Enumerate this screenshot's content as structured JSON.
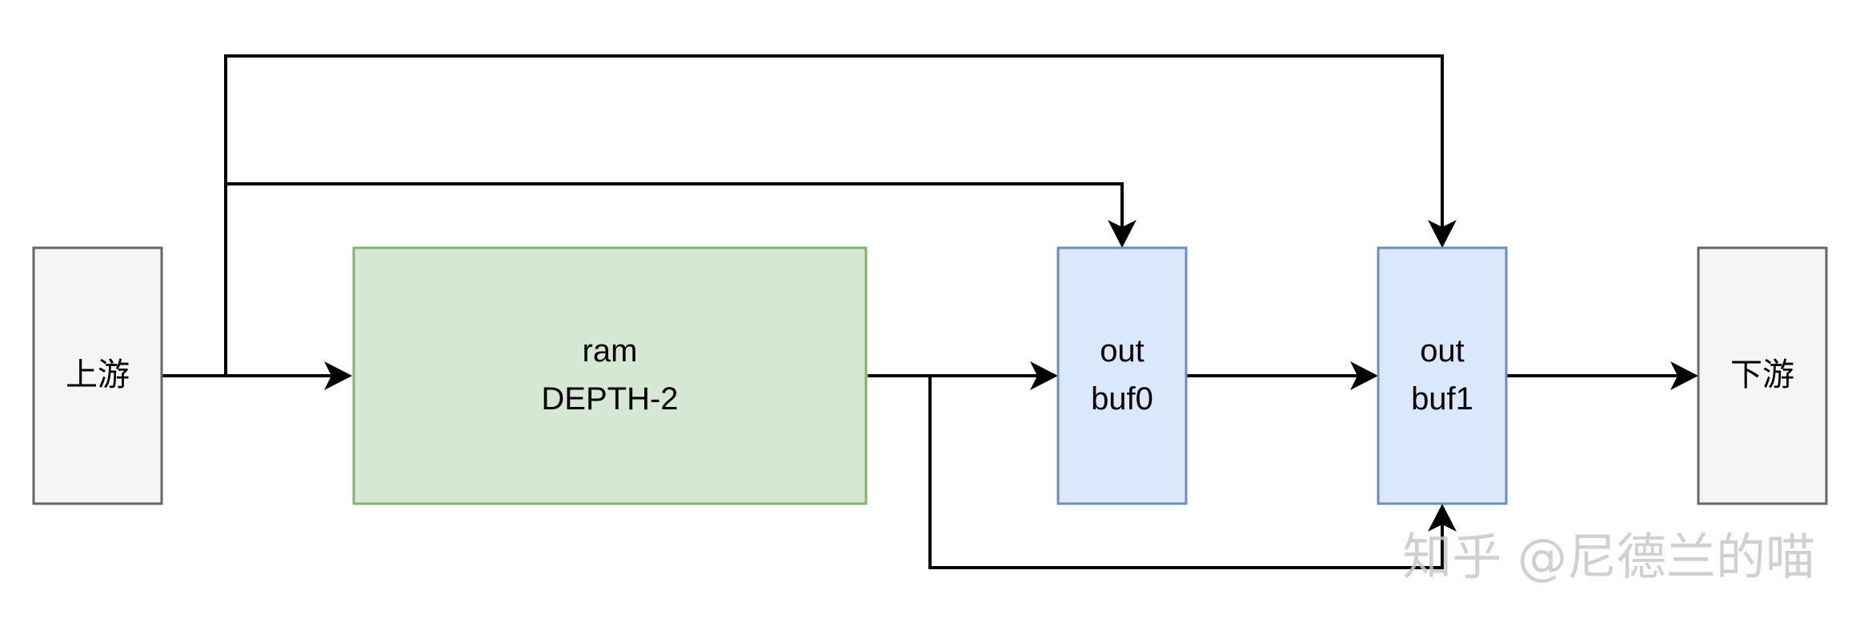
{
  "diagram": {
    "nodes": {
      "upstream": {
        "label": "上游"
      },
      "ram": {
        "line1": "ram",
        "line2": "DEPTH-2"
      },
      "buf0": {
        "line1": "out",
        "line2": "buf0"
      },
      "buf1": {
        "line1": "out",
        "line2": "buf1"
      },
      "downstream": {
        "label": "下游"
      }
    },
    "colors": {
      "gray_fill": "#f5f5f5",
      "gray_stroke": "#666666",
      "green_fill": "#d5e8d4",
      "green_stroke": "#82b366",
      "blue_fill": "#dae8fc",
      "blue_stroke": "#6c8ebf",
      "edge": "#000000"
    }
  },
  "watermark": {
    "text": "知乎 @尼德兰的喵"
  }
}
